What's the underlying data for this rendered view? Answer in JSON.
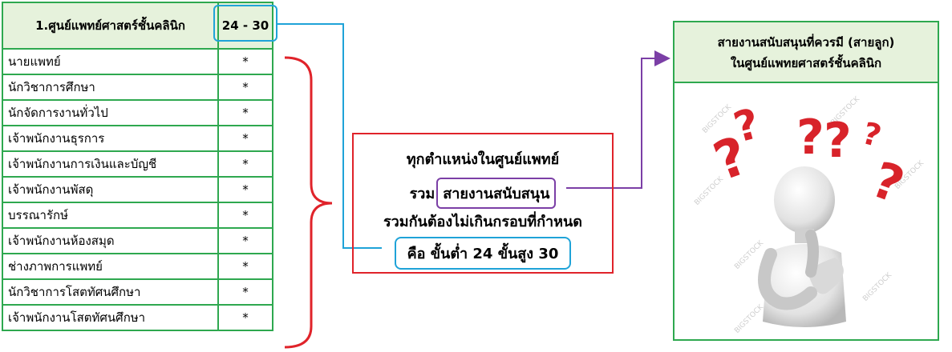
{
  "table": {
    "header": {
      "name": "1.ศูนย์แพทย์ศาสตร์ชั้นคลินิก",
      "range": "24 - 30"
    },
    "rows": [
      {
        "name": "นายแพทย์",
        "value": "*"
      },
      {
        "name": "นักวิชาการศึกษา",
        "value": "*"
      },
      {
        "name": "นักจัดการงานทั่วไป",
        "value": "*"
      },
      {
        "name": "เจ้าพนักงานธุรการ",
        "value": "*"
      },
      {
        "name": "เจ้าพนักงานการเงินและบัญชี",
        "value": "*"
      },
      {
        "name": "เจ้าพนักงานพัสดุ",
        "value": "*"
      },
      {
        "name": "บรรณารักษ์",
        "value": "*"
      },
      {
        "name": "เจ้าพนักงานห้องสมุด",
        "value": "*"
      },
      {
        "name": "ช่างภาพการแพทย์",
        "value": "*"
      },
      {
        "name": "นักวิชาการโสตทัศนศึกษา",
        "value": "*"
      },
      {
        "name": "เจ้าพนักงานโสตทัศนศึกษา",
        "value": "*"
      }
    ]
  },
  "middle": {
    "line1": "ทุกตำแหน่งในศูนย์แพทย์",
    "line2_prefix": "รวม",
    "line2_highlight": "สายงานสนับสนุน",
    "line3": "รวมกันต้องไม่เกินกรอบที่กำหนด",
    "line4": "คือ ขั้นต่ำ 24 ขั้นสูง 30"
  },
  "right": {
    "title_line1": "สายงานสนับสนุนที่ควรมี (สายลูก)",
    "title_line2": "ในศูนย์แพทยศาสตร์ชั้นคลินิก",
    "watermark": "BIGSTOCK",
    "illustration_icon": "thinking-person-question-marks-icon"
  },
  "colors": {
    "green": "#2ea84f",
    "header_fill": "#e6f2dc",
    "blue": "#1fa3d8",
    "red": "#e0232a",
    "purple": "#7b3fa6"
  }
}
